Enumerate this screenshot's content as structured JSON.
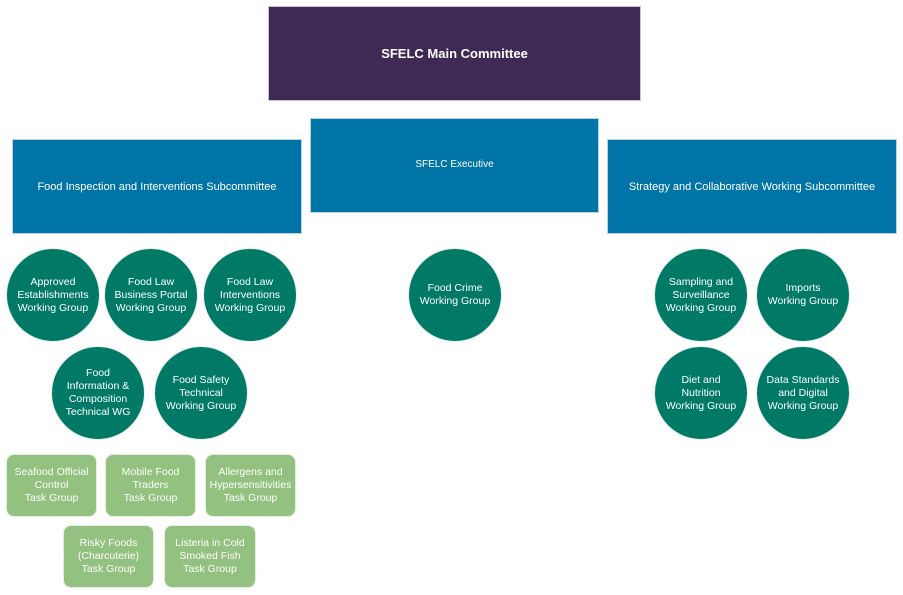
{
  "main_committee": {
    "label": "SFELC Main Committee"
  },
  "subcommittees": {
    "left": {
      "label": "Food Inspection and Interventions Subcommittee"
    },
    "executive": {
      "label": "SFELC Executive"
    },
    "right": {
      "label": "Strategy and Collaborative Working Subcommittee"
    }
  },
  "left_working_groups": [
    {
      "label": "Approved\nEstablishments\nWorking Group"
    },
    {
      "label": "Food Law\nBusiness Portal\nWorking Group"
    },
    {
      "label": "Food Law\nInterventions\nWorking Group"
    },
    {
      "label": "Food\nInformation &\nComposition\nTechnical WG"
    },
    {
      "label": "Food Safety\nTechnical\nWorking Group"
    }
  ],
  "left_task_groups": [
    {
      "label": "Seafood Official\nControl\nTask Group"
    },
    {
      "label": "Mobile Food\nTraders\nTask Group"
    },
    {
      "label": "Allergens and\nHypersensitivities\nTask Group"
    },
    {
      "label": "Risky Foods\n(Charcuterie)\nTask Group"
    },
    {
      "label": "Listeria in Cold\nSmoked Fish\nTask Group"
    }
  ],
  "executive_working_groups": [
    {
      "label": "Food Crime\nWorking Group"
    }
  ],
  "right_working_groups": [
    {
      "label": "Sampling and\nSurveillance\nWorking Group"
    },
    {
      "label": "Imports\nWorking Group"
    },
    {
      "label": "Diet and\nNutrition\nWorking Group"
    },
    {
      "label": "Data Standards\nand Digital\nWorking Group"
    }
  ],
  "colors": {
    "main": "#3f2a56",
    "subcommittee": "#0074a6",
    "working_group": "#007a67",
    "task_group": "#93c17f"
  }
}
